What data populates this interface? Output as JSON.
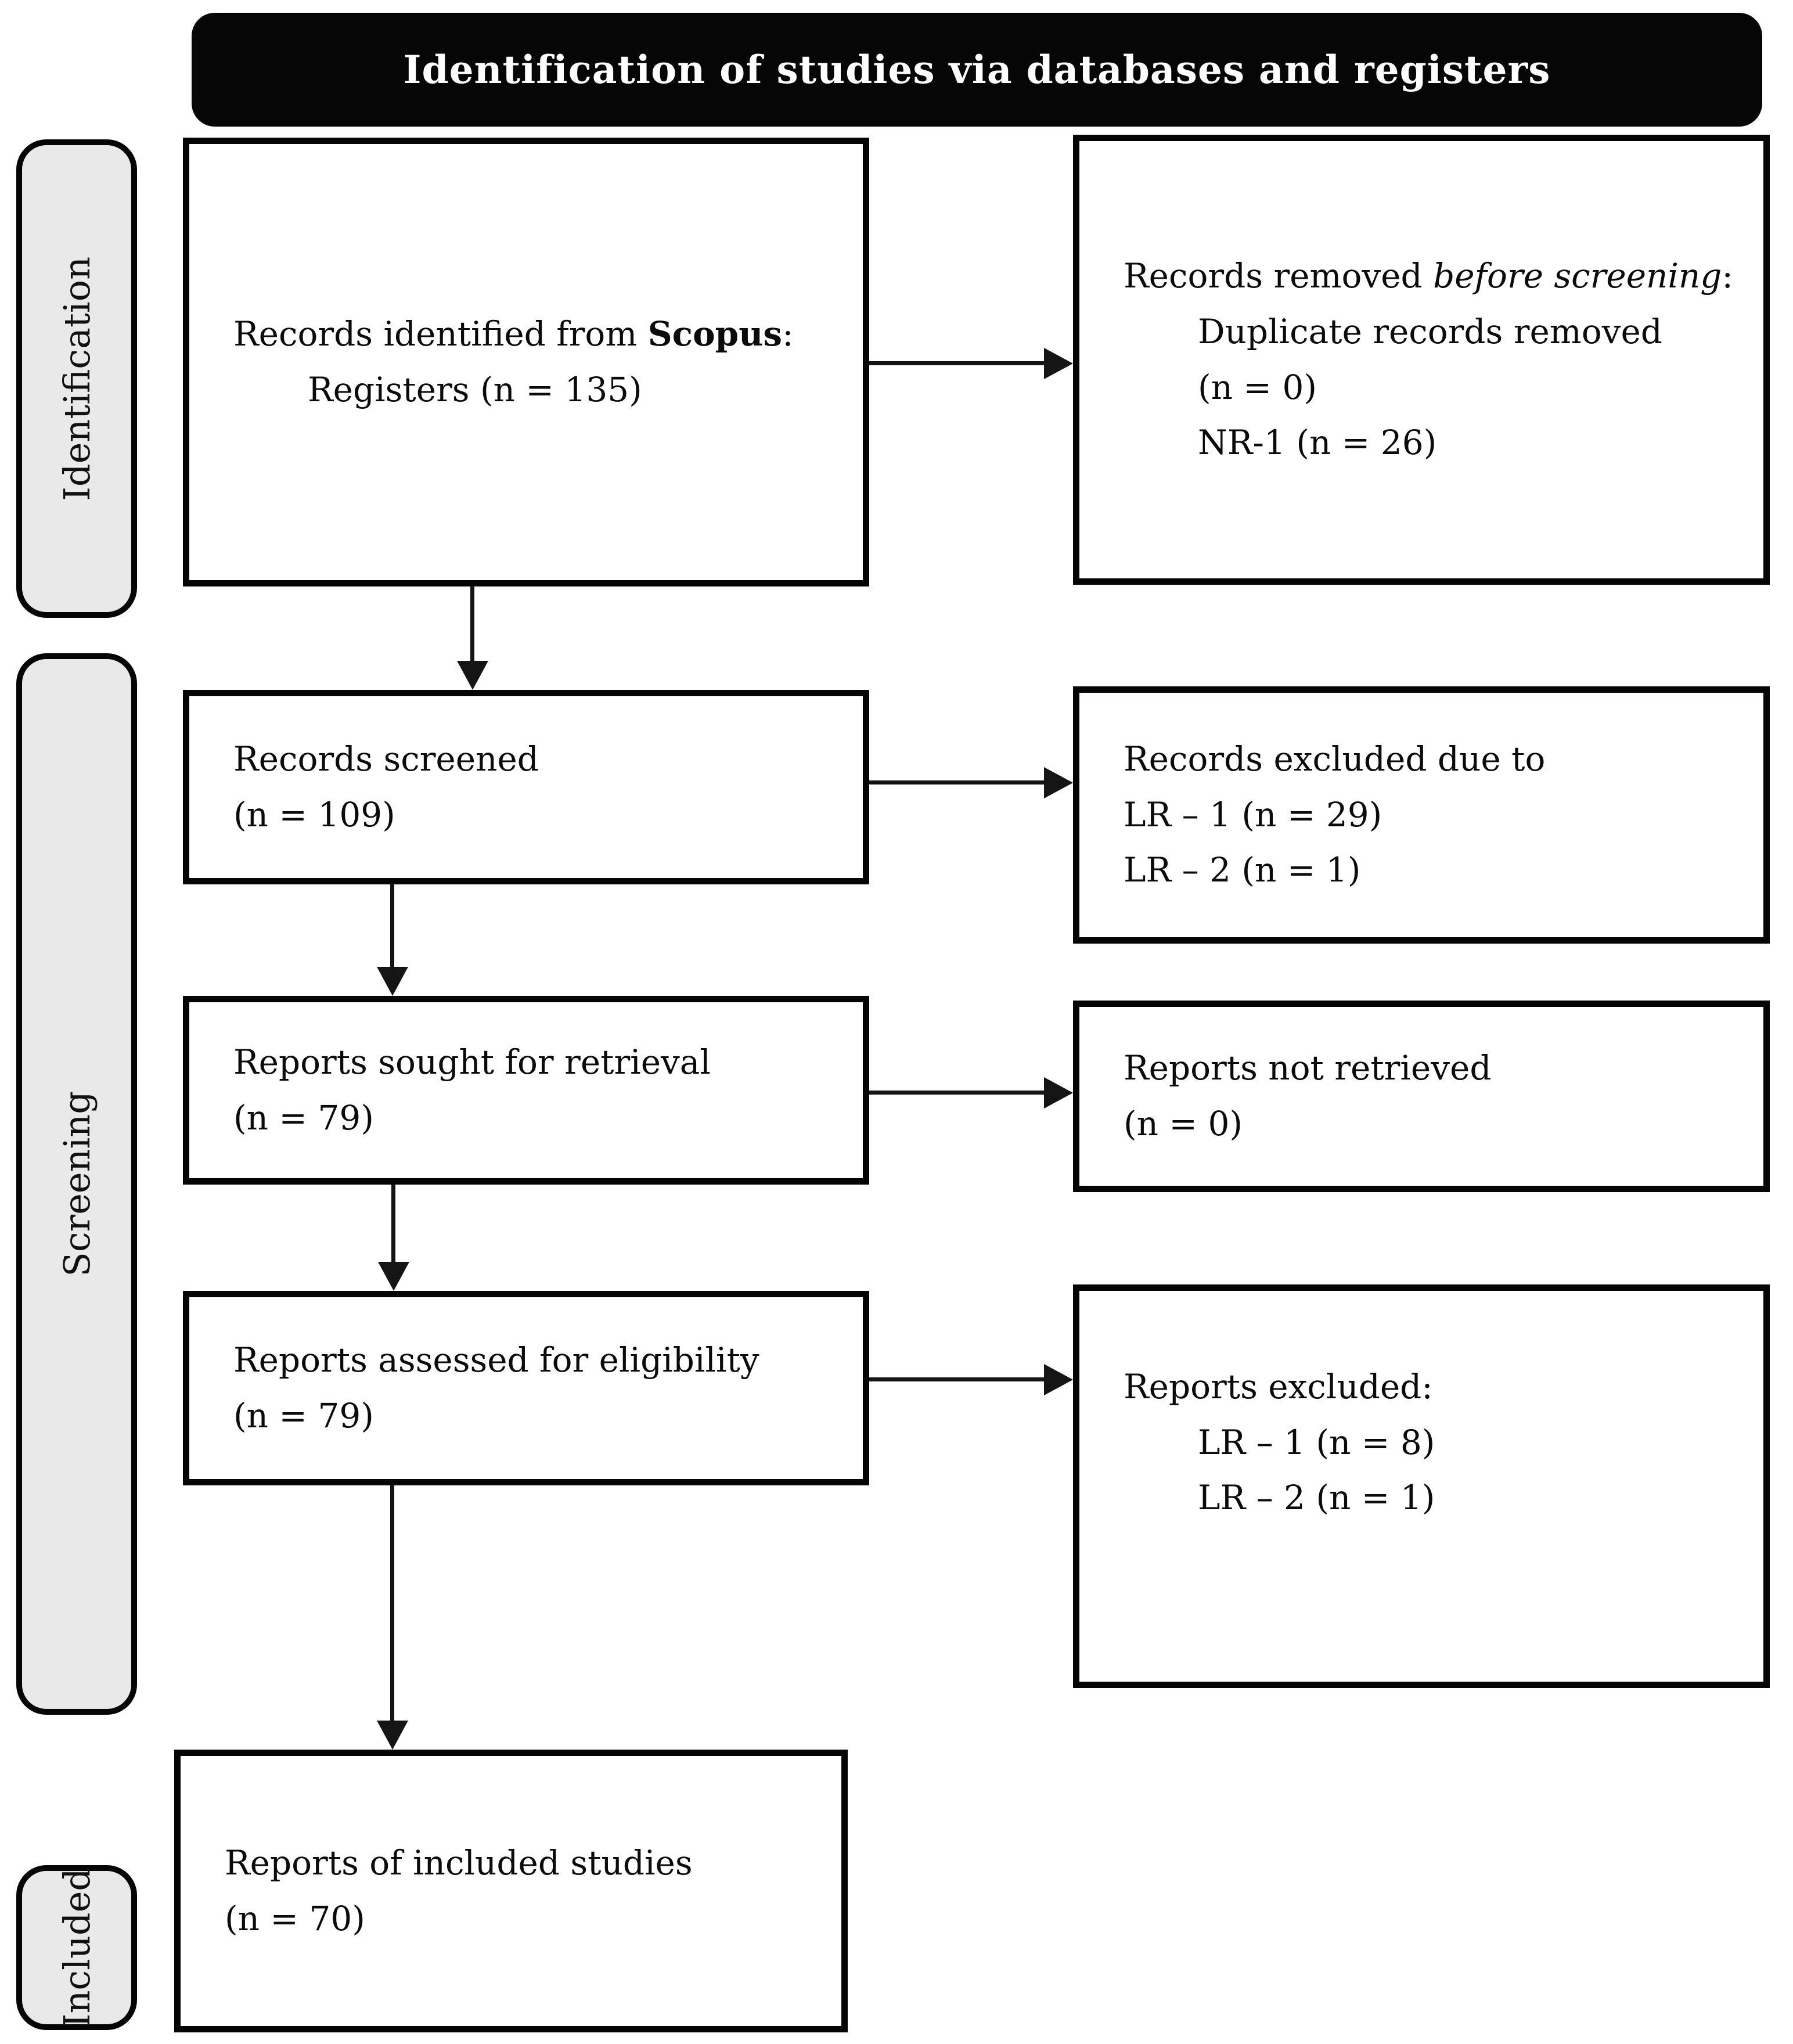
{
  "title": "Identification of studies via databases and registers",
  "stages": {
    "identification": "Identification",
    "screening": "Screening",
    "included": "Included"
  },
  "boxes": {
    "identified": {
      "line1_prefix": "Records identified from ",
      "line1_bold": "Scopus",
      "line1_suffix": ":",
      "line2": "Registers (n = 135)"
    },
    "removed": {
      "line1_prefix": "Records removed ",
      "line1_italic": "before screening",
      "line1_suffix": ":",
      "items": [
        "Duplicate records removed",
        "(n = 0)",
        "NR-1 (n = 26)"
      ]
    },
    "screened": {
      "line1": "Records screened",
      "line2": "(n = 109)"
    },
    "excluded_screening": {
      "line1": "Records excluded due to",
      "items": [
        "LR – 1 (n = 29)",
        "LR – 2 (n = 1)"
      ]
    },
    "sought": {
      "line1": "Reports sought for retrieval",
      "line2": "(n = 79)"
    },
    "not_retrieved": {
      "line1": "Reports not retrieved",
      "line2": "(n = 0)"
    },
    "assessed": {
      "line1": "Reports assessed for eligibility",
      "line2": "(n = 79)"
    },
    "excluded_eligibility": {
      "line1": "Reports excluded:",
      "items": [
        "LR – 1 (n = 8)",
        "LR – 2 (n = 1)"
      ]
    },
    "included_studies": {
      "line1": "Reports of included studies",
      "line2": "(n = 70)"
    }
  },
  "colors": {
    "banner_bg": "#060606",
    "banner_text": "#ffffff",
    "box_border": "#050505",
    "stage_label_bg": "#e9e9e9",
    "page_bg": "#ffffff"
  }
}
